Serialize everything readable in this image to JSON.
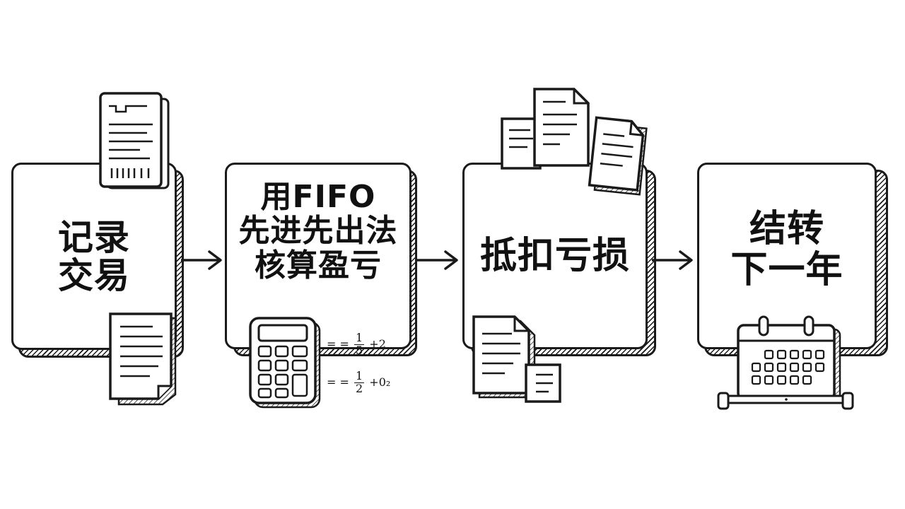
{
  "steps": [
    {
      "id": "record",
      "label": "记录\n交易"
    },
    {
      "id": "fifo",
      "label": "用FIFO\n先进先出法\n核算盈亏"
    },
    {
      "id": "deduct",
      "label": "抵扣亏损"
    },
    {
      "id": "carry",
      "label": "结转\n下一年"
    }
  ],
  "formulas": [
    {
      "prefix": "= =",
      "num": "1",
      "den": "5",
      "suffix": "+2"
    },
    {
      "prefix": "= =",
      "num": "1",
      "den": "2",
      "suffix": "+0₂"
    }
  ]
}
